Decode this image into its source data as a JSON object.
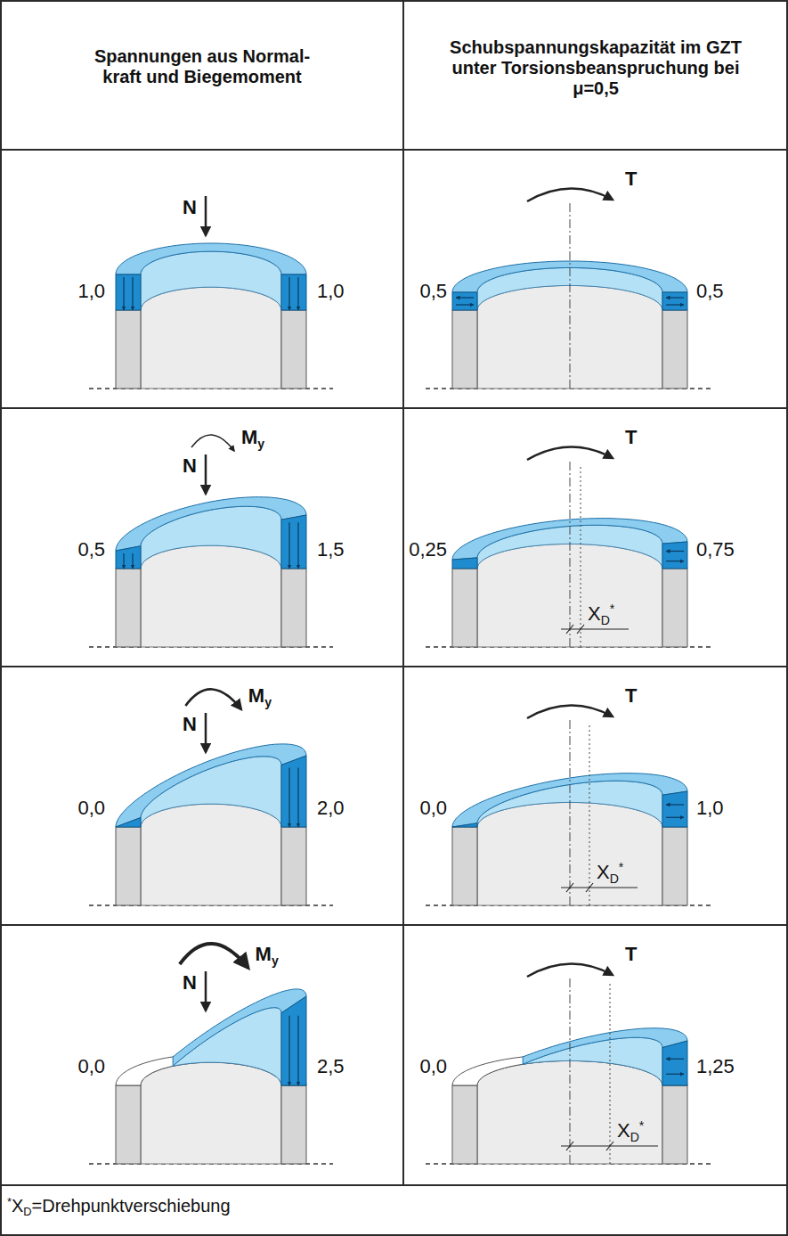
{
  "diagram": {
    "labels": [
      "Spannungen aus Normal- kraft und Biegemoment",
      "Schubspannungskapazität im GZT unter Torsionsbeanspruchung bei μ=0,5",
      "N",
      "1,0",
      "1,0",
      "T",
      "0,5",
      "0,5",
      "N",
      "M",
      "y",
      "0,5",
      "1,5",
      "T",
      "0,25",
      "0,75",
      "X",
      "D",
      "*",
      "N",
      "M",
      "y",
      "0,0",
      "2,0",
      "T",
      "0,0",
      "1,0",
      "X",
      "D",
      "*",
      "N",
      "M",
      "y",
      "0,0",
      "2,5",
      "T",
      "0,0",
      "1,25",
      "X",
      "D",
      "*",
      "*",
      "X",
      "D",
      "=Drehpunktverschiebung"
    ]
  }
}
